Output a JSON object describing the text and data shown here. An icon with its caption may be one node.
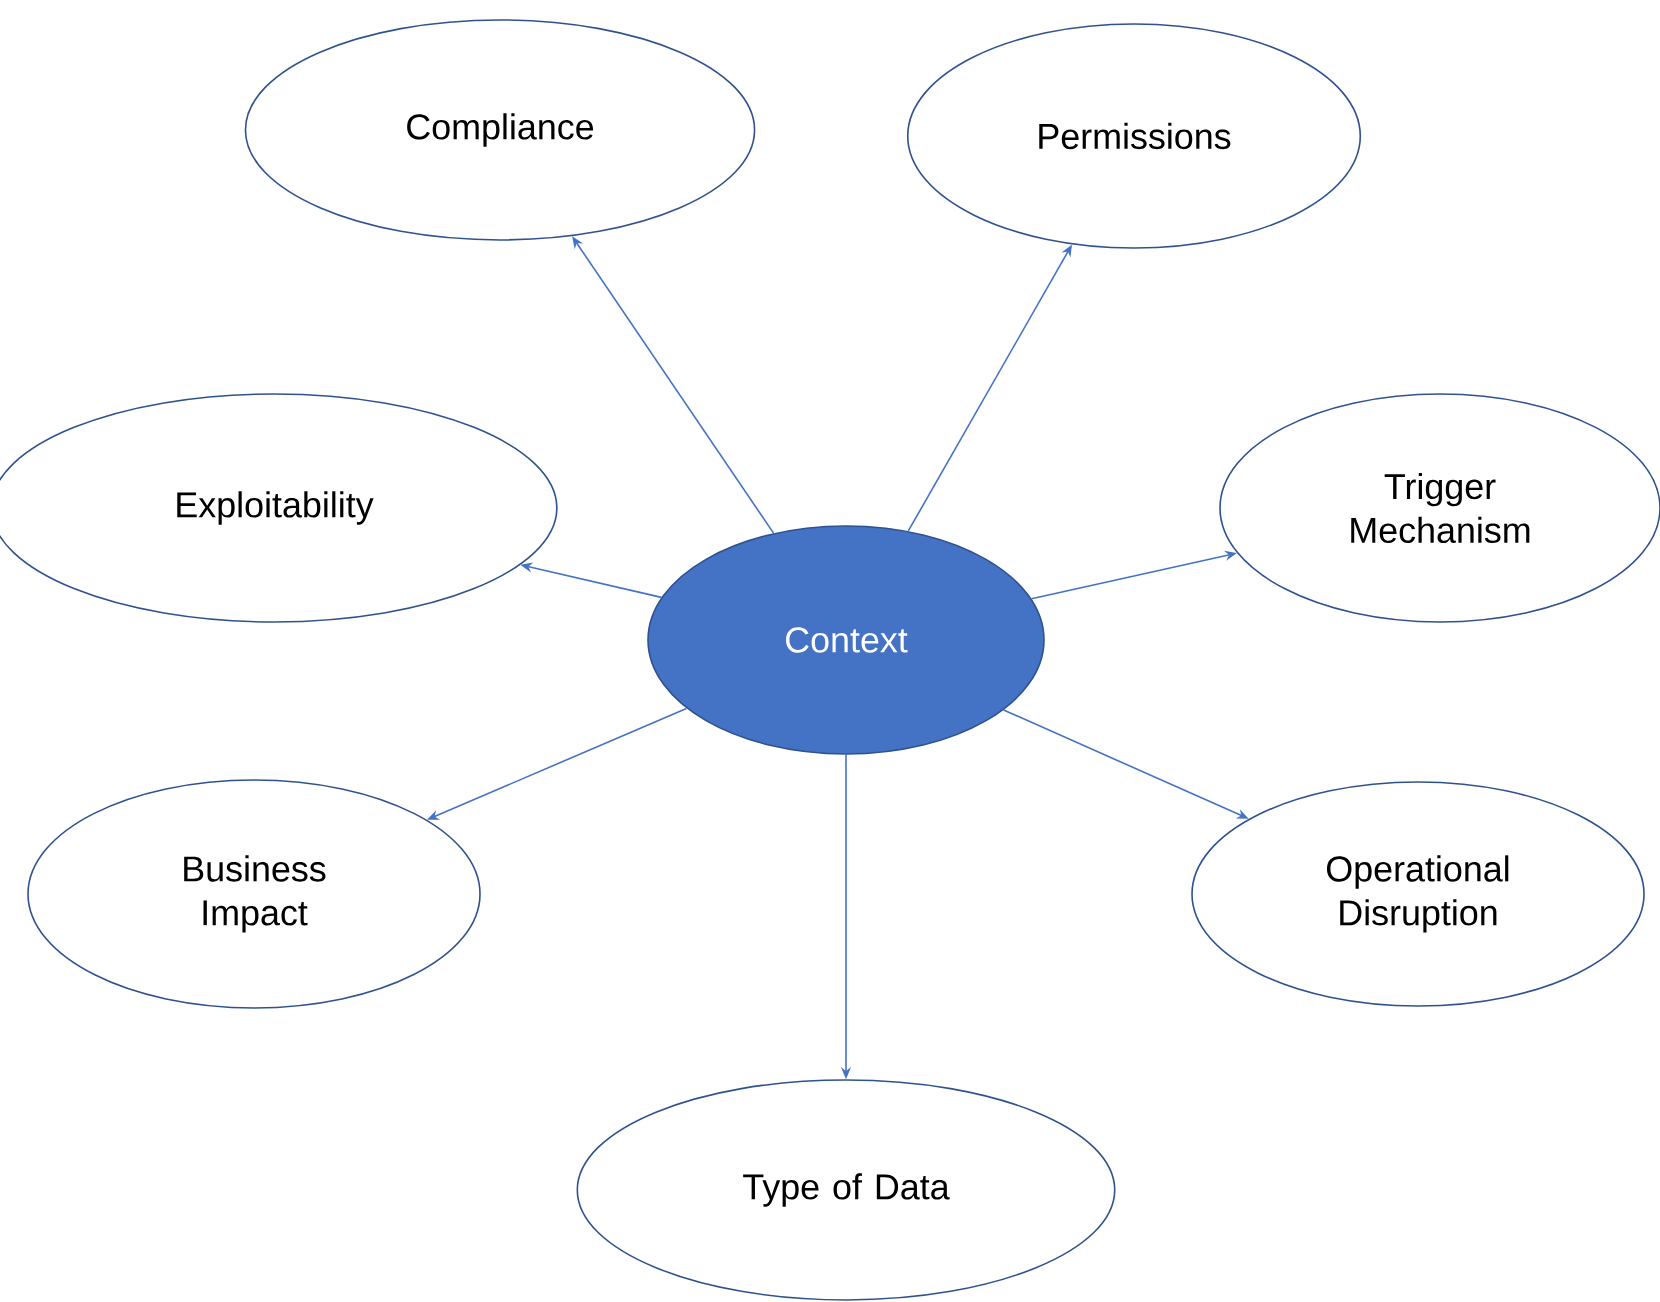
{
  "diagram": {
    "nodes": [
      {
        "text": [
          "Compliance"
        ]
      },
      {
        "text": [
          "Permissions"
        ]
      },
      {
        "text": [
          "Exploitability"
        ]
      },
      {
        "text": [
          "Trigger Mechanism"
        ]
      },
      {
        "text": [
          "Context"
        ]
      },
      {
        "text": [
          "Business Impact"
        ]
      },
      {
        "text": [
          "Operational Disruption"
        ]
      },
      {
        "text": [
          "Type of Data"
        ]
      }
    ],
    "edges": [
      {
        "from": 4,
        "to": 0,
        "arrow": "to"
      },
      {
        "from": 4,
        "to": 1,
        "arrow": "to"
      },
      {
        "from": 4,
        "to": 2,
        "arrow": "to"
      },
      {
        "from": 4,
        "to": 3,
        "arrow": "to"
      },
      {
        "from": 4,
        "to": 5,
        "arrow": "to"
      },
      {
        "from": 4,
        "to": 6,
        "arrow": "to"
      },
      {
        "from": 4,
        "to": 7,
        "arrow": "to"
      }
    ]
  }
}
